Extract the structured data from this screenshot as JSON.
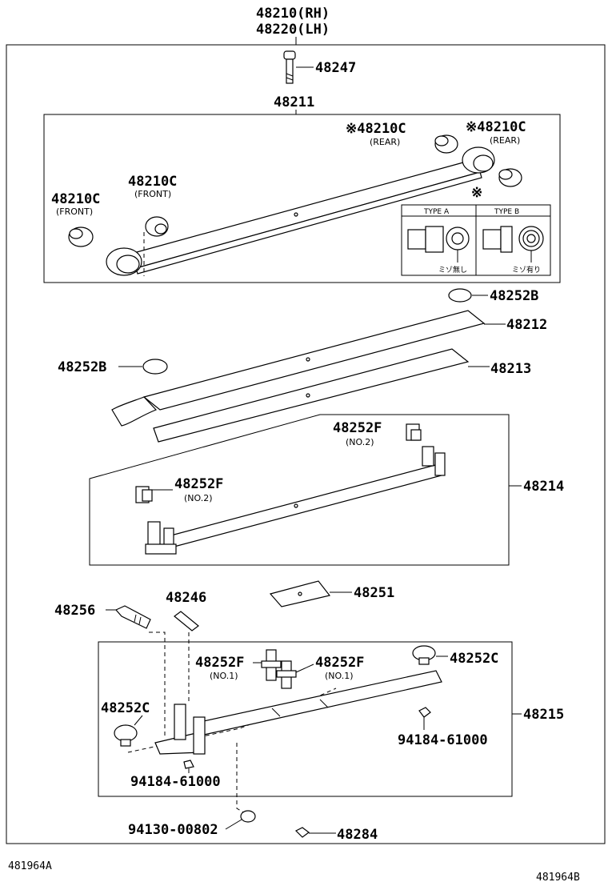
{
  "assembly": {
    "title_rh": "48210(RH)",
    "title_lh": "48220(LH)"
  },
  "parts": {
    "p48247": "48247",
    "p48211": "48211",
    "bush_rear_1": "※48210C",
    "bush_rear_1_note": "(REAR)",
    "bush_rear_2": "※48210C",
    "bush_rear_2_note": "(REAR)",
    "bush_front_1": "48210C",
    "bush_front_1_note": "(FRONT)",
    "bush_front_2": "48210C",
    "bush_front_2_note": "(FRONT)",
    "inset_mark": "※",
    "type_a": "TYPE A",
    "type_b": "TYPE B",
    "type_a_note": "ミゾ無し",
    "type_b_note": "ミゾ有り",
    "p48252B_right": "48252B",
    "p48212": "48212",
    "p48252B_left": "48252B",
    "p48213": "48213",
    "p48252F_top": "48252F",
    "p48252F_top_note": "(NO.2)",
    "p48252F_left": "48252F",
    "p48252F_left_note": "(NO.2)",
    "p48214": "48214",
    "p48256": "48256",
    "p48246": "48246",
    "p48251": "48251",
    "p48252F_c1": "48252F",
    "p48252F_c1_note": "(NO.1)",
    "p48252F_c2": "48252F",
    "p48252F_c2_note": "(NO.1)",
    "p48252C_right": "48252C",
    "p48252C_left": "48252C",
    "p48215": "48215",
    "p94184_right": "94184-61000",
    "p94184_left": "94184-61000",
    "p94130": "94130-00802",
    "p48284": "48284"
  },
  "footer": {
    "ref_left": "481964A",
    "ref_right": "481964B"
  }
}
